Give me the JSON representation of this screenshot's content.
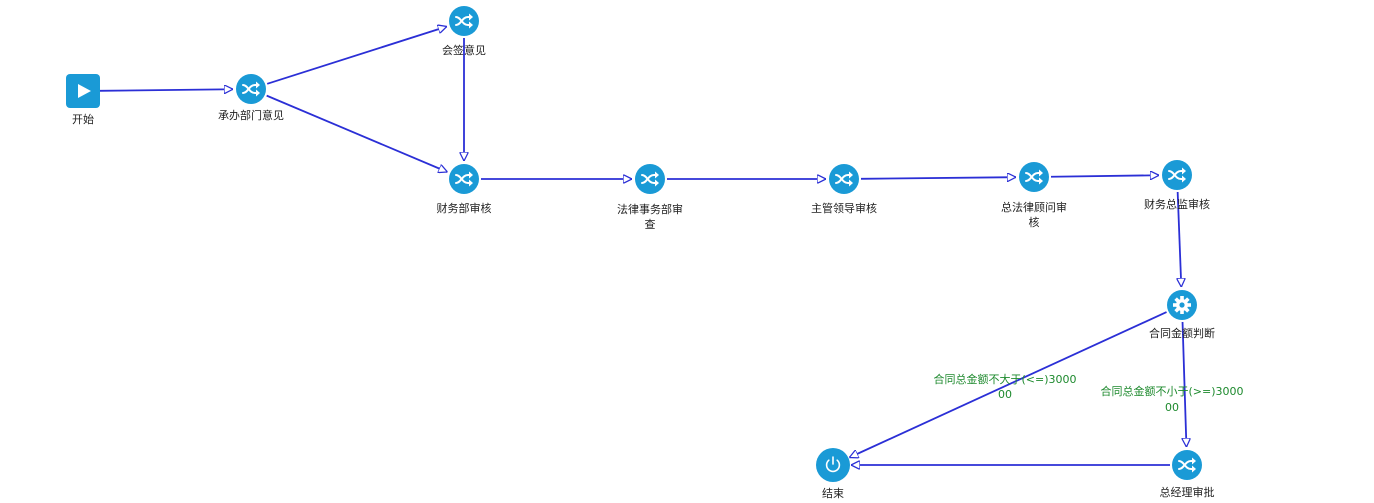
{
  "colors": {
    "edge": "#2b2fd6",
    "node": "#1a9ad6",
    "edge_label": "#1e8a2e",
    "text": "#222222"
  },
  "nodes": {
    "start": {
      "label_lines": [
        "开始"
      ],
      "icon": "play-icon"
    },
    "undertake": {
      "label_lines": [
        "承办部门意见"
      ],
      "icon": "shuffle-icon"
    },
    "countersign": {
      "label_lines": [
        "会签意见"
      ],
      "icon": "shuffle-icon"
    },
    "finance": {
      "label_lines": [
        "财务部审核"
      ],
      "icon": "shuffle-icon"
    },
    "legal": {
      "label_lines": [
        "法律事务部审",
        "查"
      ],
      "icon": "shuffle-icon"
    },
    "leader": {
      "label_lines": [
        "主管领导审核"
      ],
      "icon": "shuffle-icon"
    },
    "counsel": {
      "label_lines": [
        "总法律顾问审",
        "核"
      ],
      "icon": "shuffle-icon"
    },
    "cfo": {
      "label_lines": [
        "财务总监审核"
      ],
      "icon": "shuffle-icon"
    },
    "decision": {
      "label_lines": [
        "合同金额判断"
      ],
      "icon": "gear-icon"
    },
    "gm": {
      "label_lines": [
        "总经理审批"
      ],
      "icon": "shuffle-icon"
    },
    "end": {
      "label_lines": [
        "结束"
      ],
      "icon": "power-icon"
    }
  },
  "edges": [
    {
      "from": "start",
      "to": "undertake"
    },
    {
      "from": "undertake",
      "to": "countersign"
    },
    {
      "from": "undertake",
      "to": "finance"
    },
    {
      "from": "countersign",
      "to": "finance"
    },
    {
      "from": "finance",
      "to": "legal"
    },
    {
      "from": "legal",
      "to": "leader"
    },
    {
      "from": "leader",
      "to": "counsel"
    },
    {
      "from": "counsel",
      "to": "cfo"
    },
    {
      "from": "cfo",
      "to": "decision"
    },
    {
      "from": "decision",
      "to": "end",
      "label_lines": [
        "合同总金额不大于(<=)3000",
        "00"
      ]
    },
    {
      "from": "decision",
      "to": "gm",
      "label_lines": [
        "合同总金额不小于(>=)3000",
        "00"
      ]
    },
    {
      "from": "gm",
      "to": "end"
    }
  ]
}
